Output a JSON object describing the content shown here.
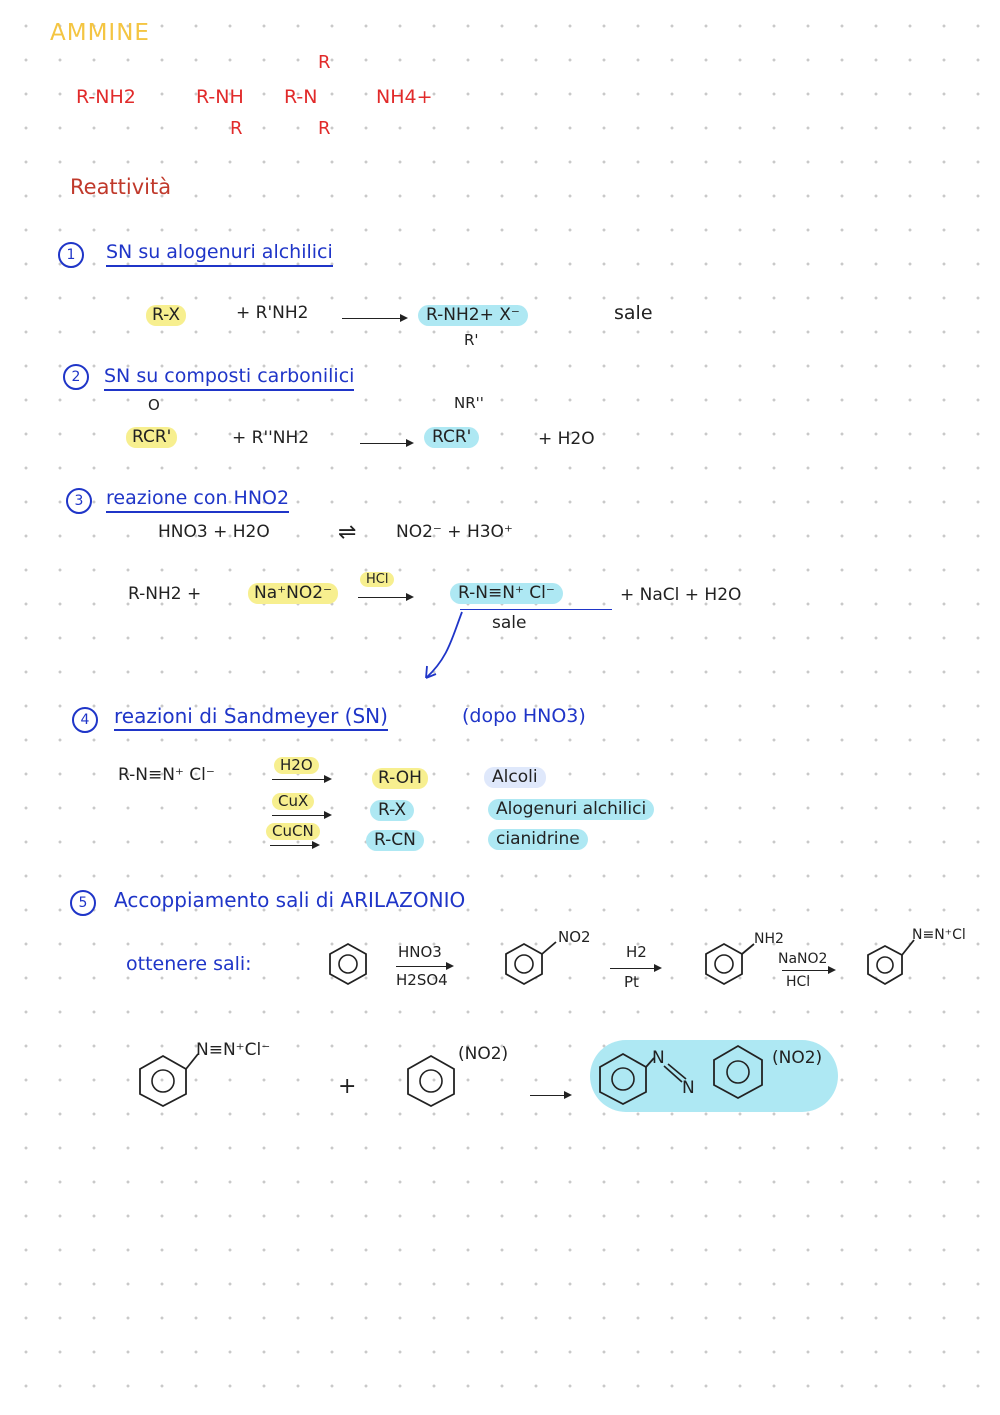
{
  "header": {
    "title": "AMMINE",
    "amines": [
      "R-NH2",
      "R-NH",
      "R",
      "R-N",
      "R",
      "R",
      "NH4+"
    ]
  },
  "section_title": "Reattività",
  "reactions": [
    {
      "num": "1",
      "title": "SN su alogenuri alchilici",
      "lhs1": "R-X",
      "lhs2": "+ R'NH2",
      "rhs": "R-NH2+ X⁻",
      "rhs_sub": "R'",
      "note": "sale"
    },
    {
      "num": "2",
      "title": "SN su composti carbonilici",
      "lhs_top": "O",
      "lhs1": "RCR'",
      "lhs2": "+  R''NH2",
      "rhs_top": "NR''",
      "rhs": "RCR'",
      "extra": "+  H2O"
    },
    {
      "num": "3",
      "title": "reazione con HNO2",
      "eq1_lhs": "HNO3  +  H2O",
      "eq1_arrow": "⇌",
      "eq1_rhs": "NO2⁻  +  H3O⁺",
      "eq2_lhs": "R-NH2  +",
      "eq2_reagent": "Na⁺NO2⁻",
      "eq2_cond": "HCl",
      "eq2_product": "R-N≡N⁺ Cl⁻",
      "eq2_rest": "+ NaCl  +  H2O",
      "eq2_note": "sale"
    },
    {
      "num": "4",
      "title": "reazioni di Sandmeyer (SN)",
      "aside": "(dopo HNO3)",
      "start": "R-N≡N⁺ Cl⁻",
      "rows": [
        {
          "reagent": "H2O",
          "product": "R-OH",
          "class": "Alcoli"
        },
        {
          "reagent": "CuX",
          "product": "R-X",
          "class": "Alogenuri alchilici"
        },
        {
          "reagent": "CuCN",
          "product": "R-CN",
          "class": "cianidrine"
        }
      ]
    },
    {
      "num": "5",
      "title": "Accoppiamento sali di ARILAZONIO",
      "lead": "ottenere sali:",
      "step1_top": "HNO3",
      "step1_bottom": "H2SO4",
      "sub1": "NO2",
      "step2_top": "H2",
      "step2_bottom": "Pt",
      "sub2": "NH2",
      "step3_top": "NaNO2",
      "step3_bottom": "HCl",
      "sub3": "N≡N⁺Cl",
      "coupling_sub1": "N≡N⁺Cl⁻",
      "coupling_plus": "+",
      "coupling_sub2": "(NO2)",
      "product_n1": "N",
      "product_n2": "N",
      "product_sub": "(NO2)"
    }
  ],
  "colors": {
    "title": "#f4c542",
    "formula": "#e12a2a",
    "heading": "#c0392b",
    "ink": "#1f35c8",
    "highlight_yellow": "#f7ef8f",
    "highlight_cyan": "#aee8f3",
    "highlight_lilac": "#dfe8fb"
  }
}
